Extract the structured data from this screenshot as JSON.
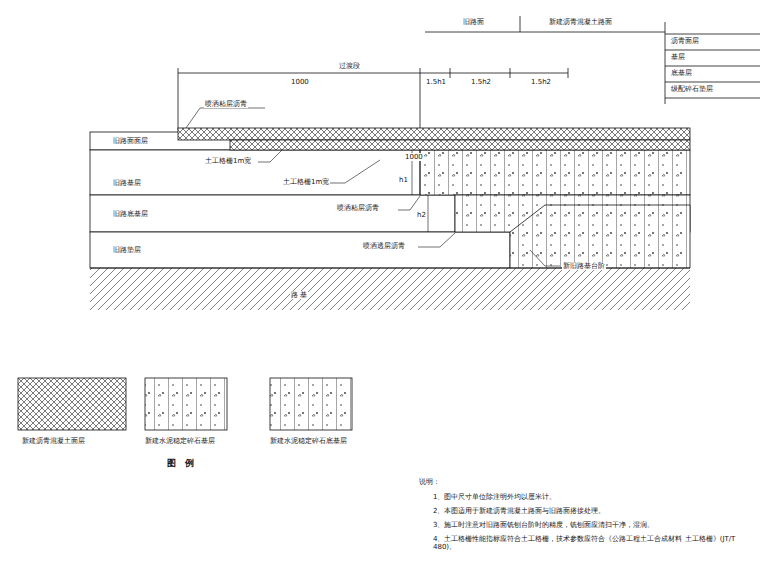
{
  "diagram": {
    "labels": [
      "旧路面",
      "新建沥青混凝土路面",
      "沥青面层",
      "基层",
      "底基层",
      "级配碎石垫层",
      "过渡段",
      "1000",
      "1.5h1",
      "1.5h2",
      "1.5h2",
      "喷洒粘层沥青",
      "旧路面面层",
      "土工格栅1m宽",
      "1000",
      "旧路基层",
      "土工格栅1m宽",
      "h1",
      "喷洒粘层沥青",
      "旧路底基层",
      "h2",
      "喷洒透层沥青",
      "旧路垫层",
      "新旧路基台阶",
      "路 基",
      "图 例",
      "说明：",
      "1、图中尺寸单位除注明外均以厘米计。",
      "2、本图适用于新建沥青混凝土路面与旧路面搭接处理。",
      "3、施工时注意对旧路面铣刨台阶时的精度，铣刨面应清扫干净，湿润。",
      "4、土工格栅性能指标应符合土工格栅，技术参数应符合《公路工程土工合成材料 土工格栅》(JT/T 480)。"
    ],
    "legend": [
      {
        "text": "新建沥青混凝土面层"
      },
      {
        "text": "新建水泥稳定碎石基层"
      },
      {
        "text": "新建水泥稳定碎石底基层"
      }
    ]
  }
}
